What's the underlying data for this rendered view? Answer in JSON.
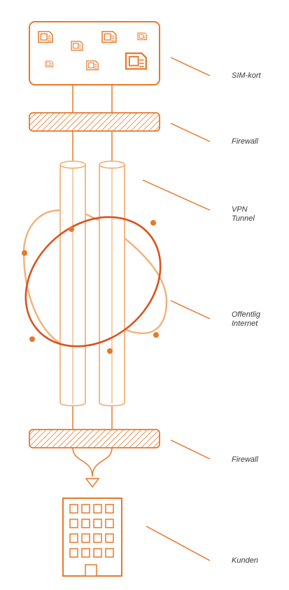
{
  "colors": {
    "accent": "#e8782a",
    "accent_light": "#f3b37b",
    "accent_dark": "#d9531e",
    "text": "#3a3a3a"
  },
  "labels": {
    "sim": "SIM-kort",
    "firewall_top": "Firewall",
    "vpn_line1": "VPN",
    "vpn_line2": "Tunnel",
    "internet_line1": "Offentlig",
    "internet_line2": "Internet",
    "firewall_bottom": "Firewall",
    "customer": "Kunden"
  },
  "icons": {
    "sim_box": "sim-card-icon",
    "firewall": "firewall-hatch-icon",
    "building": "office-building-icon",
    "arrow": "arrow-down-icon"
  }
}
